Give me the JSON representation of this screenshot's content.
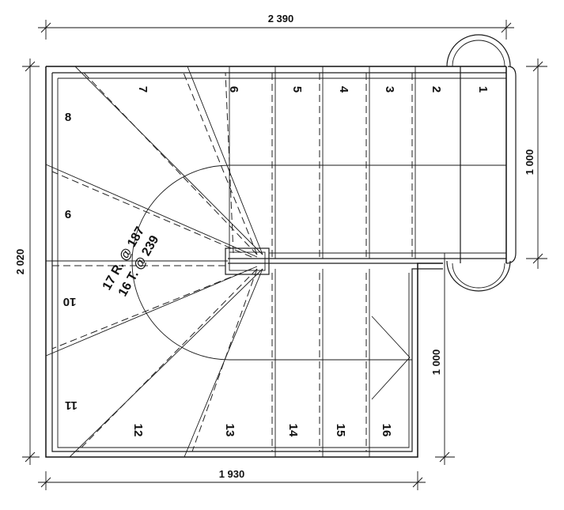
{
  "dimensions": {
    "top_width": "2 390",
    "left_height": "2 020",
    "right_upper": "1 000",
    "right_lower": "1 000",
    "bottom_width": "1 930"
  },
  "annotation": {
    "risers": "17 R. @ 187",
    "treads": "16 T. @ 239"
  },
  "steps": {
    "s1": "1",
    "s2": "2",
    "s3": "3",
    "s4": "4",
    "s5": "5",
    "s6": "6",
    "s7": "7",
    "s8": "8",
    "s9": "9",
    "s10": "10",
    "s11": "11",
    "s12": "12",
    "s13": "13",
    "s14": "14",
    "s15": "15",
    "s16": "16"
  }
}
